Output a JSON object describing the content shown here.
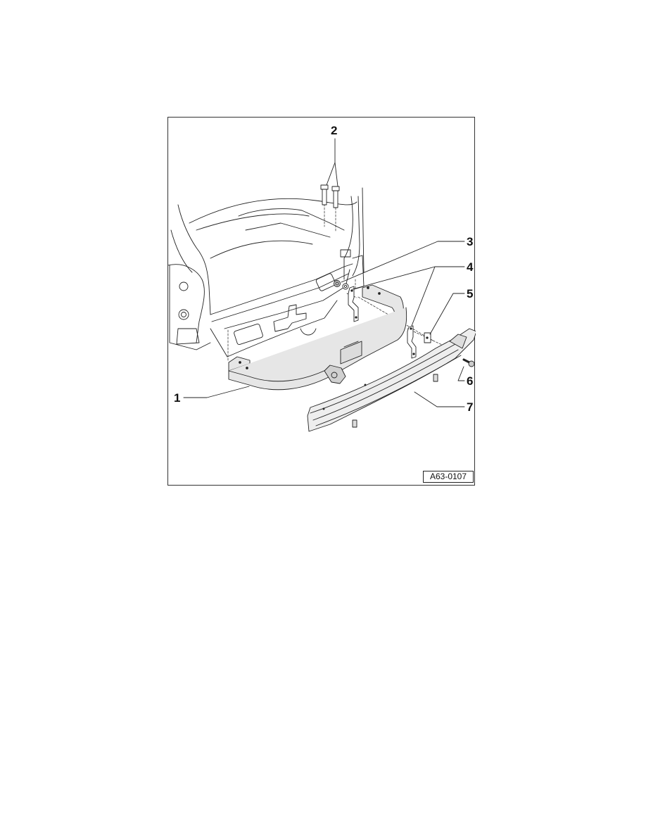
{
  "figure": {
    "id_label": "A63-0107",
    "callouts": [
      {
        "number": "1",
        "part": "tow-bar-crossmember"
      },
      {
        "number": "2",
        "part": "bolts"
      },
      {
        "number": "3",
        "part": "nut"
      },
      {
        "number": "4",
        "part": "brackets"
      },
      {
        "number": "5",
        "part": "plate"
      },
      {
        "number": "6",
        "part": "bolt"
      },
      {
        "number": "7",
        "part": "bumper-reinforcement"
      }
    ],
    "colors": {
      "line": "#222222",
      "part_fill": "#e6e6e6",
      "border": "#333333"
    }
  }
}
